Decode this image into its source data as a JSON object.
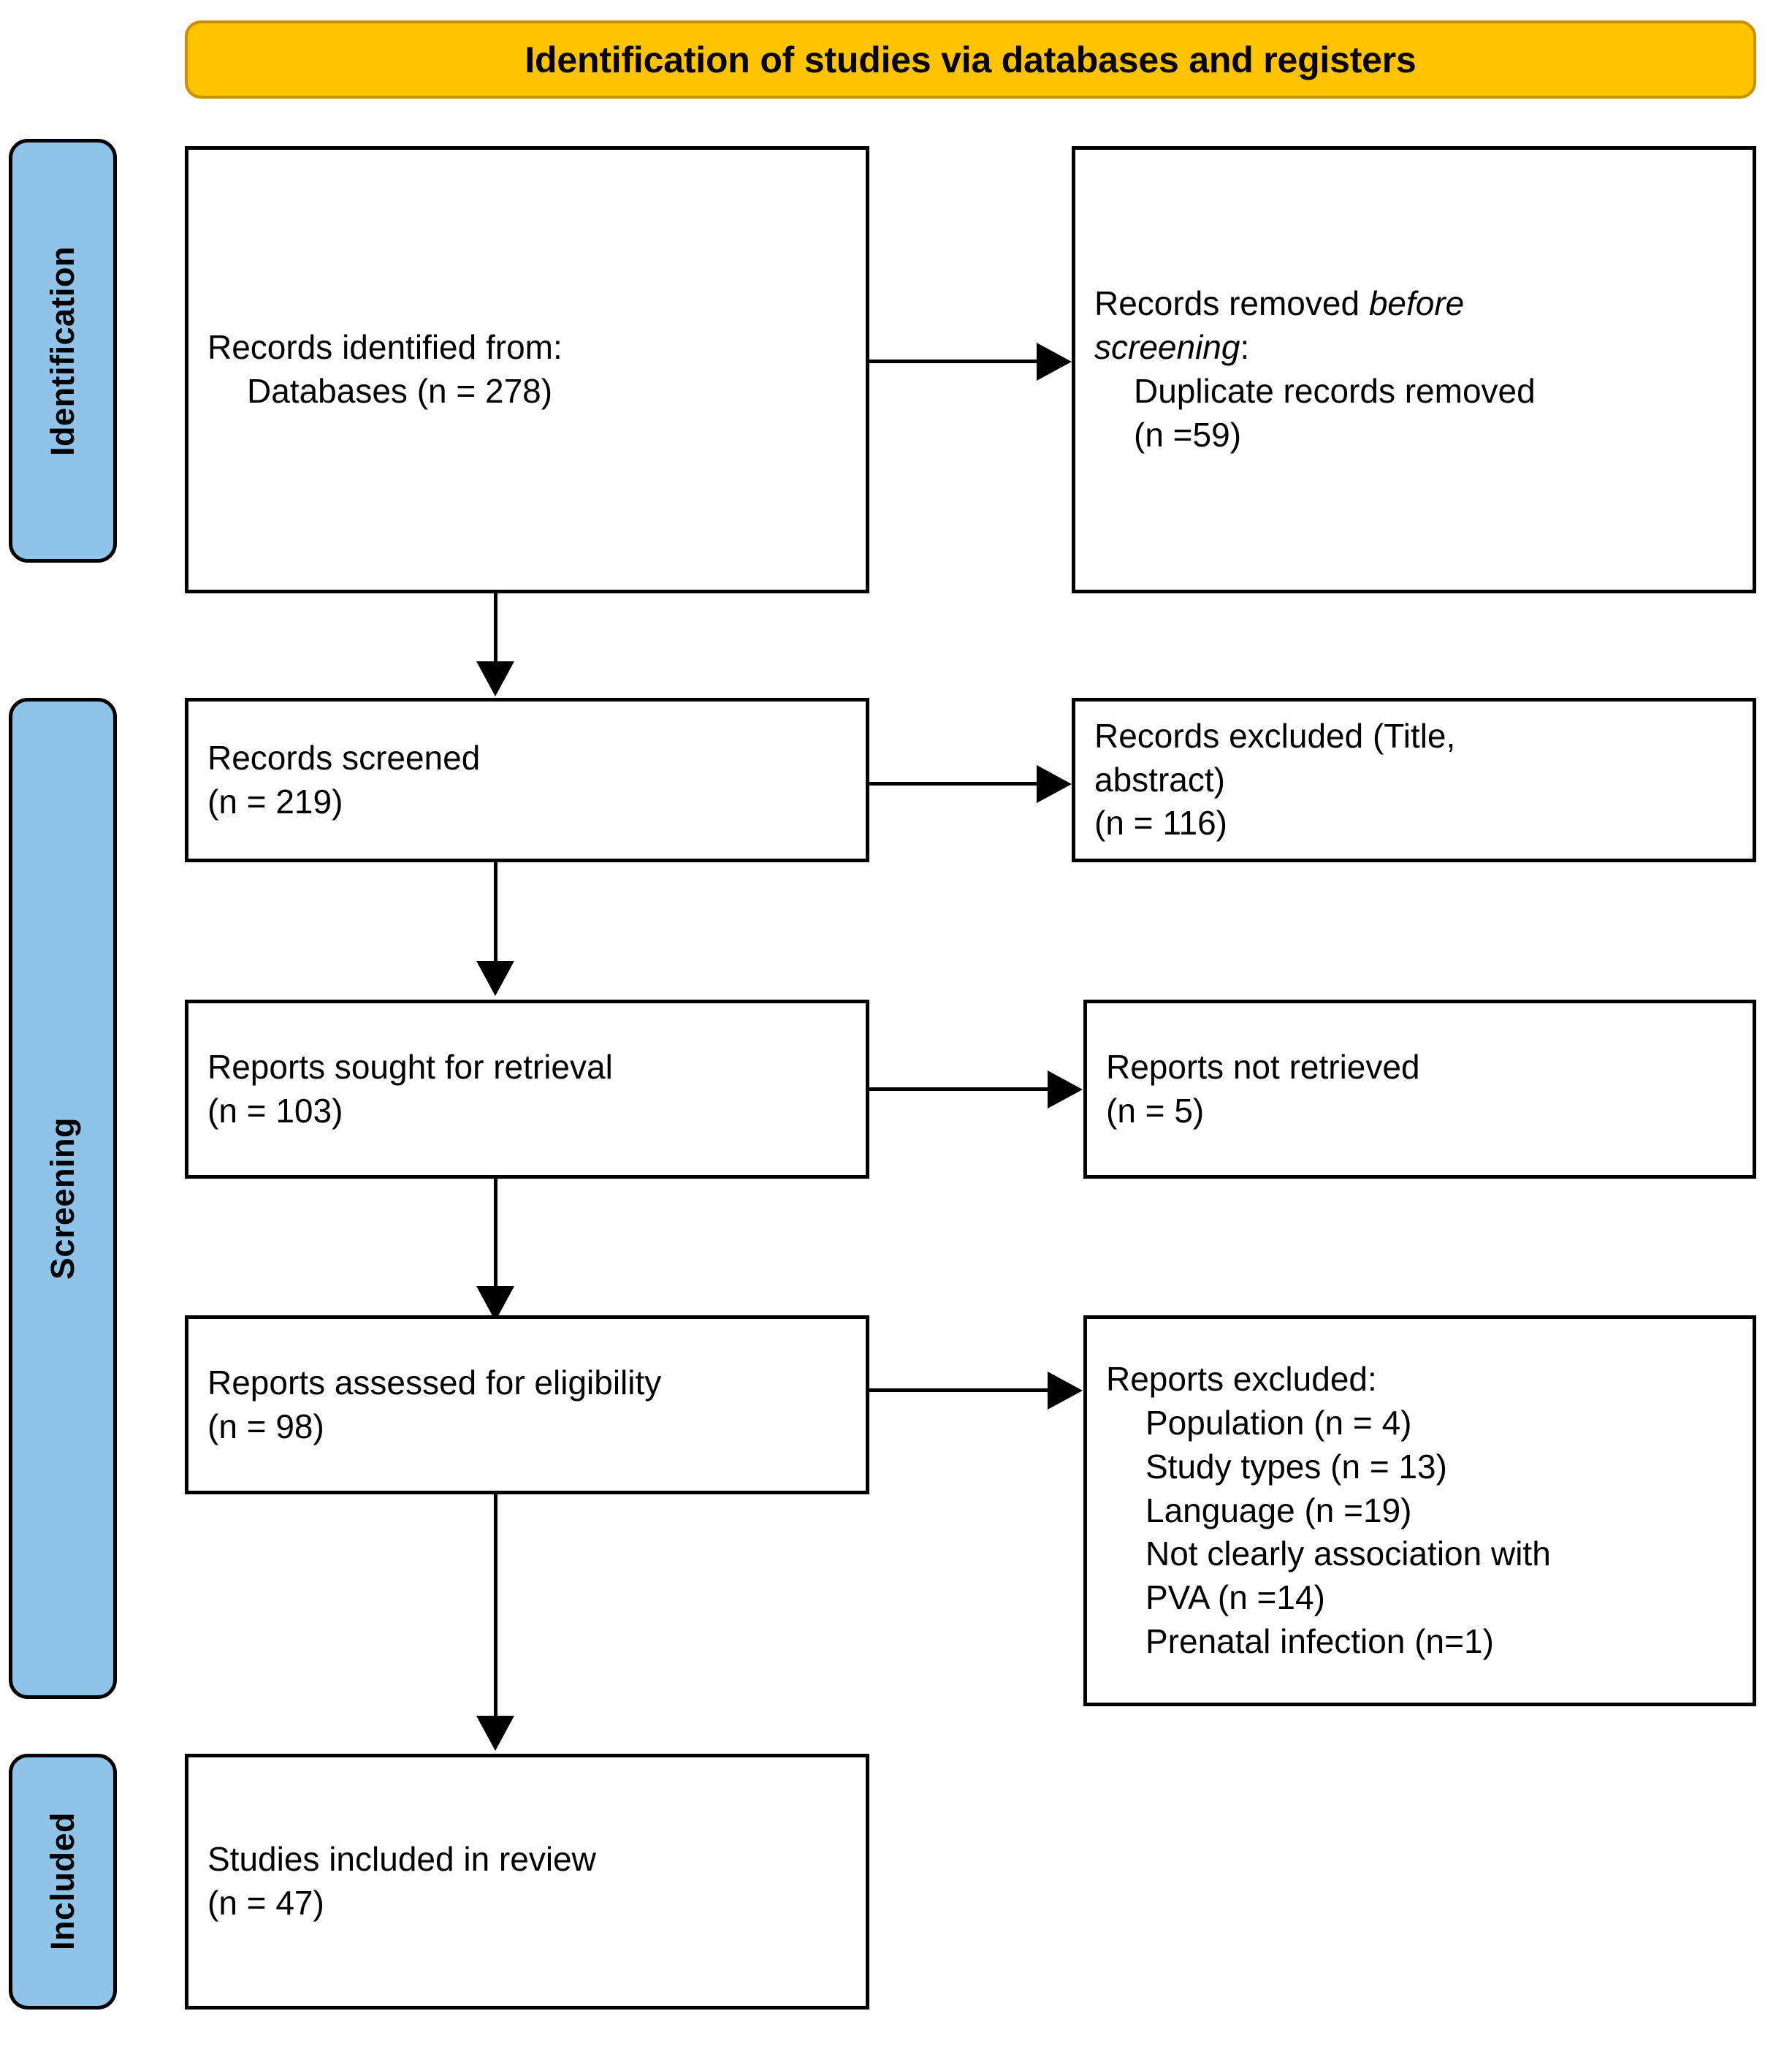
{
  "banner": {
    "title": "Identification of studies via databases and registers"
  },
  "stages": [
    {
      "id": "identification",
      "label": "Identification"
    },
    {
      "id": "screening",
      "label": "Screening"
    },
    {
      "id": "included",
      "label": "Included"
    }
  ],
  "boxes": {
    "records_identified": {
      "line1": "Records identified from:",
      "line2": "Databases (n = 278)"
    },
    "records_removed": {
      "line1a": "Records removed ",
      "line1b": "before",
      "line2a": "screening",
      "line2b": ":",
      "line3": "Duplicate records removed",
      "line4": "(n =59)"
    },
    "records_screened": {
      "line1": "Records screened",
      "line2": "(n = 219)"
    },
    "records_excluded": {
      "line1": "Records excluded (Title,",
      "line2": "abstract)",
      "line3": "(n = 116)"
    },
    "reports_sought": {
      "line1": "Reports sought for retrieval",
      "line2": "(n = 103)"
    },
    "reports_not_retrieved": {
      "line1": "Reports not retrieved",
      "line2": "(n = 5)"
    },
    "reports_assessed": {
      "line1": "Reports assessed for eligibility",
      "line2": "(n = 98)"
    },
    "reports_excluded": {
      "header": "Reports excluded:",
      "reasons": [
        "Population (n = 4)",
        "Study types (n = 13)",
        "Language (n =19)",
        "Not clearly association with",
        "PVA (n =14)",
        "Prenatal infection (n=1)"
      ]
    },
    "studies_included": {
      "line1": "Studies included in review",
      "line2": "(n = 47)"
    }
  },
  "colors": {
    "banner_fill": "#FFC300",
    "banner_border": "#CC8E00",
    "stage_fill": "#8FC4E8",
    "box_border": "#000000",
    "box_fill": "#FFFFFF"
  }
}
